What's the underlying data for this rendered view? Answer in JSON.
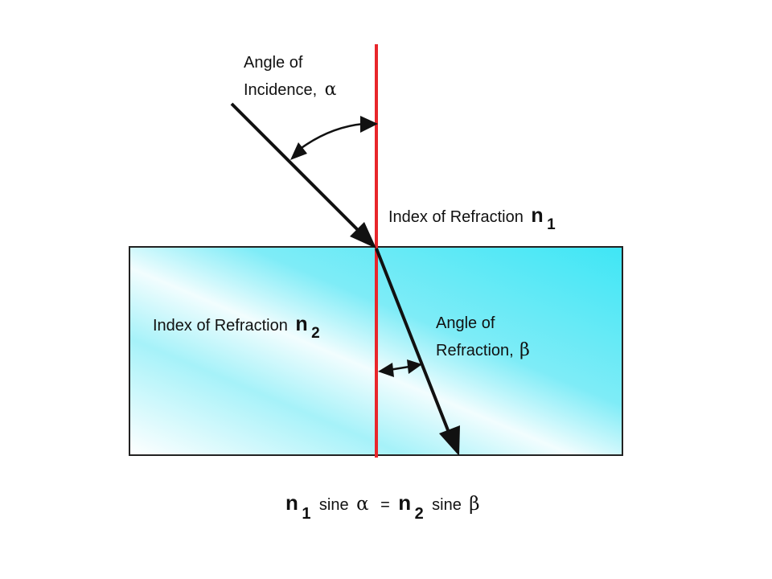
{
  "diagram": {
    "incidence_label": {
      "line1": "Angle of",
      "line2": "Incidence,",
      "symbol": "α"
    },
    "refraction_label": {
      "line1": "Angle of",
      "line2": "Refraction,",
      "symbol": "β"
    },
    "medium1_label": {
      "text": "Index of Refraction",
      "symbol": "n",
      "subscript": "1"
    },
    "medium2_label": {
      "text": "Index of Refraction",
      "symbol": "n",
      "subscript": "2"
    },
    "equation": {
      "n1": "n",
      "n1_sub": "1",
      "sine1": "sine",
      "alpha": "α",
      "equals": "=",
      "n2": "n",
      "n2_sub": "2",
      "sine2": "sine",
      "beta": "β"
    }
  },
  "colors": {
    "normal_line": "#e8262b",
    "medium_light": "#ffffff",
    "medium_cyan": "#3fe6f5",
    "ray": "#111111"
  }
}
